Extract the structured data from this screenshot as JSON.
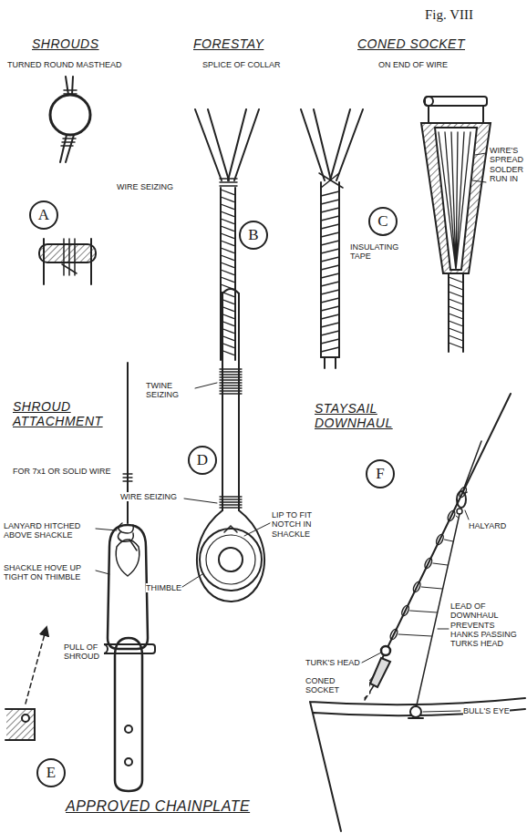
{
  "diagram": {
    "title": "Fig. VIII",
    "nodes": [
      {
        "text": [
          "A"
        ]
      },
      {
        "text": [
          "B"
        ]
      },
      {
        "text": [
          "C"
        ]
      },
      {
        "text": [
          "D"
        ]
      },
      {
        "text": [
          "E"
        ]
      },
      {
        "text": [
          "F"
        ]
      }
    ],
    "labels": [
      "SHROUDS",
      "TURNED ROUND MASTHEAD",
      "FORESTAY",
      "SPLICE OF COLLAR",
      "CONED SOCKET",
      "ON END OF WIRE",
      "WIRE SEIZING",
      "INSULATING TAPE",
      "WIRE'S SPREAD SOLDER RUN IN",
      "SHROUD ATTACHMENT",
      "FOR 7x1 OR SOLID WIRE",
      "TWINE SEIZING",
      "WIRE SEIZING",
      "LIP TO FIT NOTCH IN SHACKLE",
      "THIMBLE",
      "LANYARD HITCHED ABOVE SHACKLE",
      "SHACKLE HOVE UP TIGHT ON THIMBLE",
      "PULL OF SHROUD",
      "STAYSAIL DOWNHAUL",
      "HALYARD",
      "LEAD OF DOWNHAUL PREVENTS HANKS PASSING TURKS HEAD",
      "TURK'S HEAD",
      "CONED SOCKET",
      "BULL'S EYE",
      "APPROVED CHAINPLATE"
    ]
  }
}
